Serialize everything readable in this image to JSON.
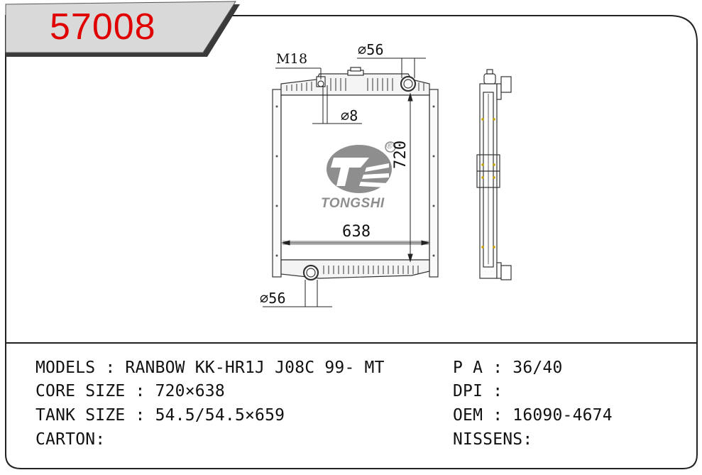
{
  "header": {
    "part_number": "57008"
  },
  "diagram": {
    "labels": {
      "m18": "M18",
      "inlet_diameter": "⌀56",
      "hole_diameter": "⌀8",
      "height": "720",
      "width": "638",
      "outlet_diameter": "⌀56"
    },
    "logo": {
      "brand": "TONGSHI",
      "registered_mark": "®"
    }
  },
  "specs": {
    "models": "MODELS : RANBOW KK-HR1J J08C 99- MT",
    "core_size": "CORE SIZE : 720×638",
    "tank_size": "TANK SIZE : 54.5/54.5×659",
    "carton": "CARTON:",
    "pa": "P A : 36/40",
    "dpi": "DPI :",
    "oem": "OEM : 16090-4674",
    "nissens": "NISSENS:"
  }
}
